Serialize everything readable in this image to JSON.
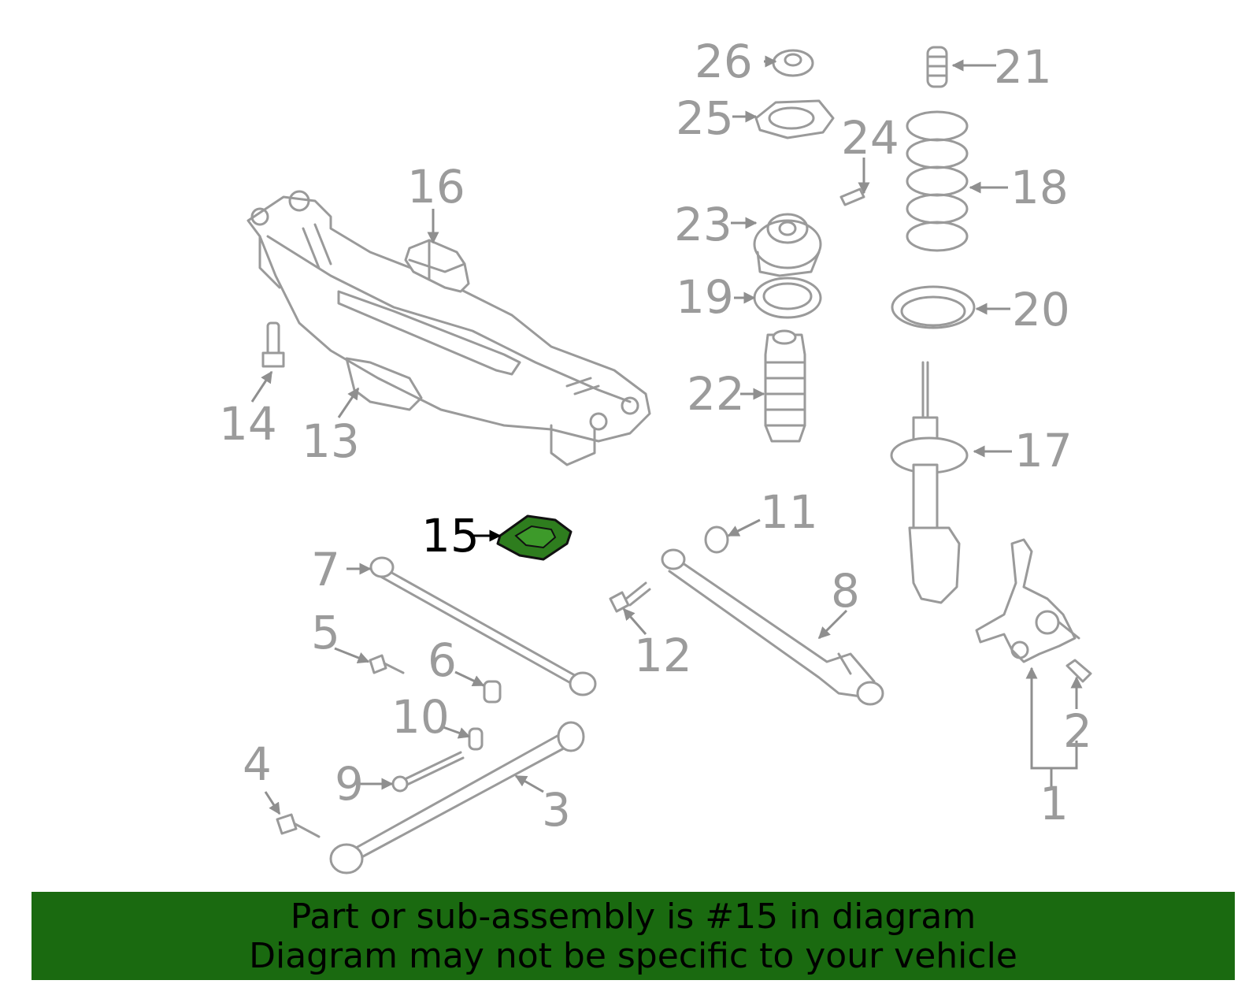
{
  "diagram": {
    "highlight_color": "#2e7d1e",
    "part_color": "#9a9a9a",
    "callouts": [
      "1",
      "2",
      "3",
      "4",
      "5",
      "6",
      "7",
      "8",
      "9",
      "10",
      "11",
      "12",
      "13",
      "14",
      "15",
      "16",
      "17",
      "18",
      "19",
      "20",
      "21",
      "22",
      "23",
      "24",
      "25",
      "26"
    ],
    "highlighted_callout": "15"
  },
  "banner": {
    "background": "#1a6a10",
    "line1": "Part or sub-assembly is #15 in diagram",
    "line2": "Diagram may not be specific to your vehicle"
  }
}
